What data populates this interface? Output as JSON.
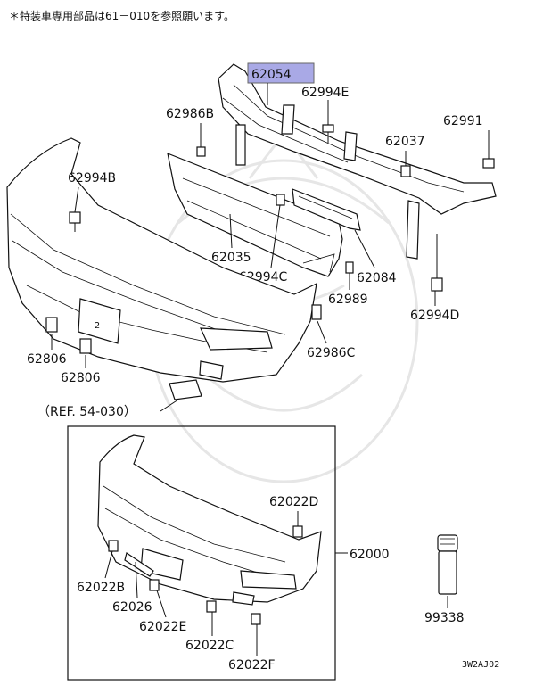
{
  "note": "＊特装車専用部品は61－010を参照願います。",
  "reference": "（REF. 54-030）",
  "diagram_code": "3W2AJ02",
  "highlight_color": "#a9a9e6",
  "highlighted_part": "62054",
  "parts": {
    "p62054": "62054",
    "p62994E": "62994E",
    "p62986B": "62986B",
    "p62991": "62991",
    "p62037": "62037",
    "p62994B": "62994B",
    "p62035": "62035",
    "p62994C": "62994C",
    "p62084": "62084",
    "p62989": "62989",
    "p62994D": "62994D",
    "p62806a": "62806",
    "p62806b": "62806",
    "p62986C": "62986C",
    "p62022D": "62022D",
    "p62000": "62000",
    "p62022B": "62022B",
    "p62026": "62026",
    "p62022E": "62022E",
    "p62022C": "62022C",
    "p62022F": "62022F",
    "p99338": "99338"
  }
}
